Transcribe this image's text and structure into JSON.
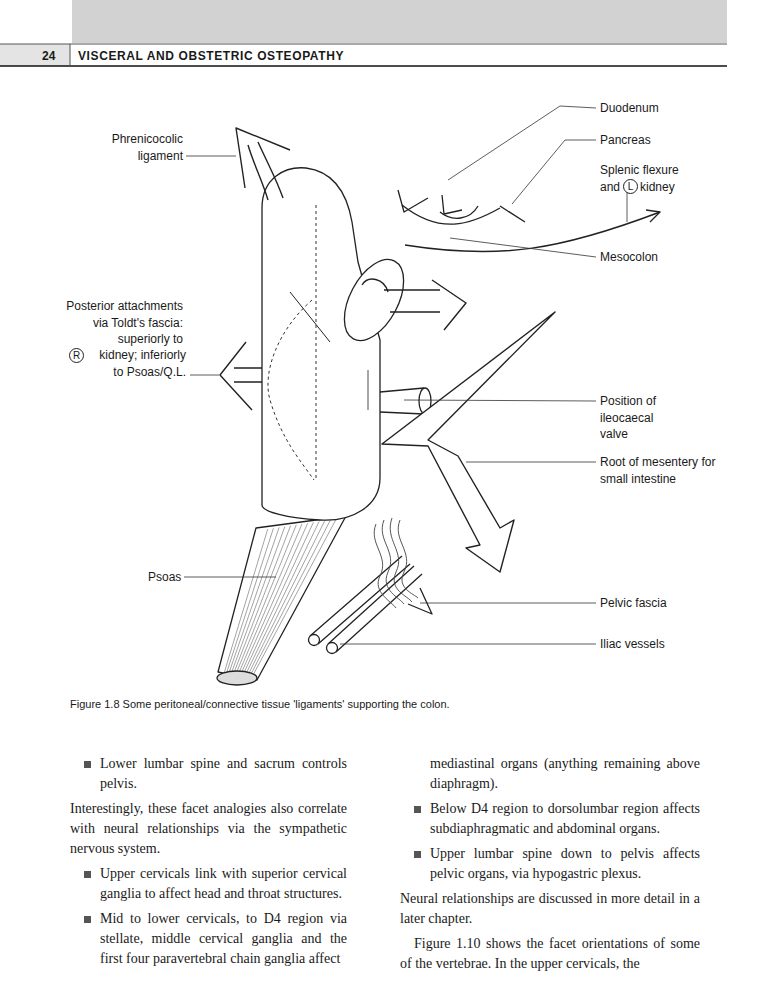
{
  "diagram": {
    "caption": "Figure 1.8 Some peritoneal/connective tissue 'ligaments' supporting the colon.",
    "labels": [
      "24",
      "VISCERAL AND OBSTETRIC OSTEOPATHY",
      "Duodenum",
      "Pancreas",
      "Splenic flexure",
      "and",
      "L",
      "kidney",
      "Mesocolon",
      "Phrenicocolic ligament",
      "Posterior attachments via Toldt's fascia: superiorly to",
      "R",
      "kidney; inferiorly to Psoas/Q.L.",
      "Position of ileocaecal valve",
      "Root of mesentery for small intestine",
      "Psoas",
      "Pelvic fascia",
      "Iliac vessels",
      "Lower lumbar spine and sacrum controls pelvis.",
      "Interestingly, these facet analogies also correlate with neural relationships via the sympathetic nervous system.",
      "Upper cervicals link with superior cervical ganglia to affect head and throat structures.",
      "Mid to lower cervicals, to D4 region via stellate, middle cervical ganglia and the first four paravertebral chain ganglia affect",
      "mediastinal organs (anything remaining above diaphragm).",
      "Below D4 region to dorsolumbar region affects subdiaphragmatic and abdominal organs.",
      "Upper lumbar spine down to pelvis affects pelvic organs, via hypogastric plexus.",
      "Neural relationships are discussed in more detail in a later chapter.",
      "Figure 1.10 shows the facet orientations of some of the vertebrae. In the upper cervicals, the"
    ]
  }
}
